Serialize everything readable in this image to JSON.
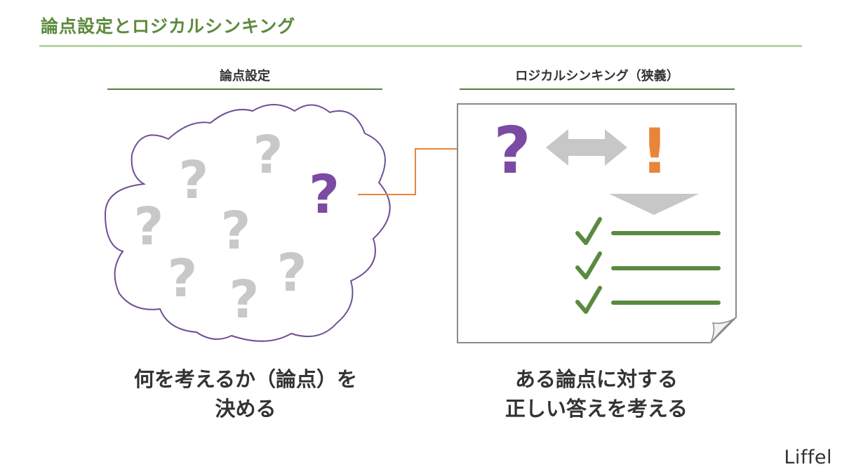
{
  "header": {
    "title": "論点設定とロジカルシンキング"
  },
  "left_panel": {
    "title": "論点設定",
    "caption_lines": [
      "何を考えるか（論点）を",
      "決める"
    ]
  },
  "right_panel": {
    "title": "ロジカルシンキング（狭義）",
    "caption_lines": [
      "ある論点に対する",
      "正しい答えを考える"
    ]
  },
  "glyphs": {
    "question": "?",
    "exclamation": "!"
  },
  "colors": {
    "accent_green": "#5c8a3c",
    "gray_question": "#c8c8c8",
    "purple": "#7b4aa2",
    "orange": "#e8853a",
    "check_green": "#5a8a3e"
  },
  "logo": {
    "text": "Liffel"
  }
}
